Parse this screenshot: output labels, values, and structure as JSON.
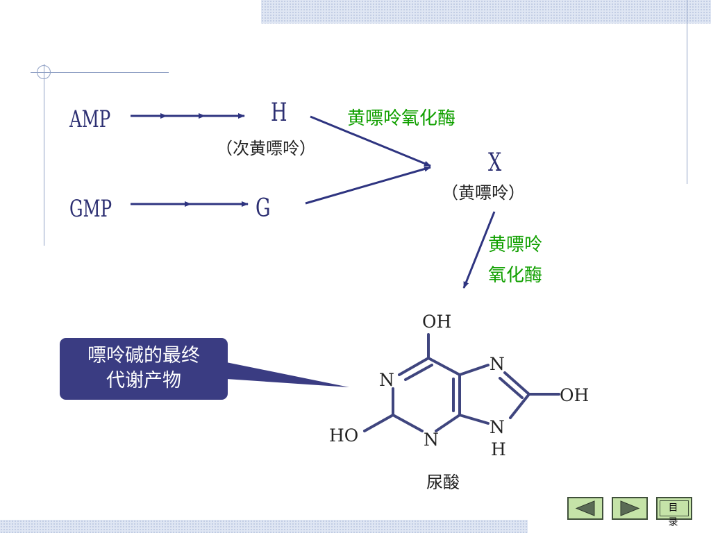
{
  "pathway": {
    "amp": "AMP",
    "gmp": "GMP",
    "h_symbol": "H",
    "h_name": "（次黄嘌呤）",
    "g_symbol": "G",
    "x_symbol": "X",
    "x_name": "（黄嘌呤）",
    "enzyme_top": "黄嘌呤氧化酶",
    "enzyme_side_line1": "黄嘌呤",
    "enzyme_side_line2": "氧化酶"
  },
  "callout": {
    "line1": "嘌呤碱的最终",
    "line2": "代谢产物"
  },
  "uric_acid": {
    "oh_top": "OH",
    "n1": "N",
    "n3": "N",
    "n7": "N",
    "n9": "N",
    "nh_h": "H",
    "oh_right": "OH",
    "ho_left": "HO",
    "name": "尿酸"
  },
  "nav": {
    "prev_icon": "triangle-left-icon",
    "next_icon": "triangle-right-icon",
    "toc_label": "目 录"
  },
  "colors": {
    "arrow": "#2e3480",
    "enzyme_text": "#11a000",
    "callout_bg": "#3a3c82",
    "button_bg": "#c5e3a8"
  }
}
